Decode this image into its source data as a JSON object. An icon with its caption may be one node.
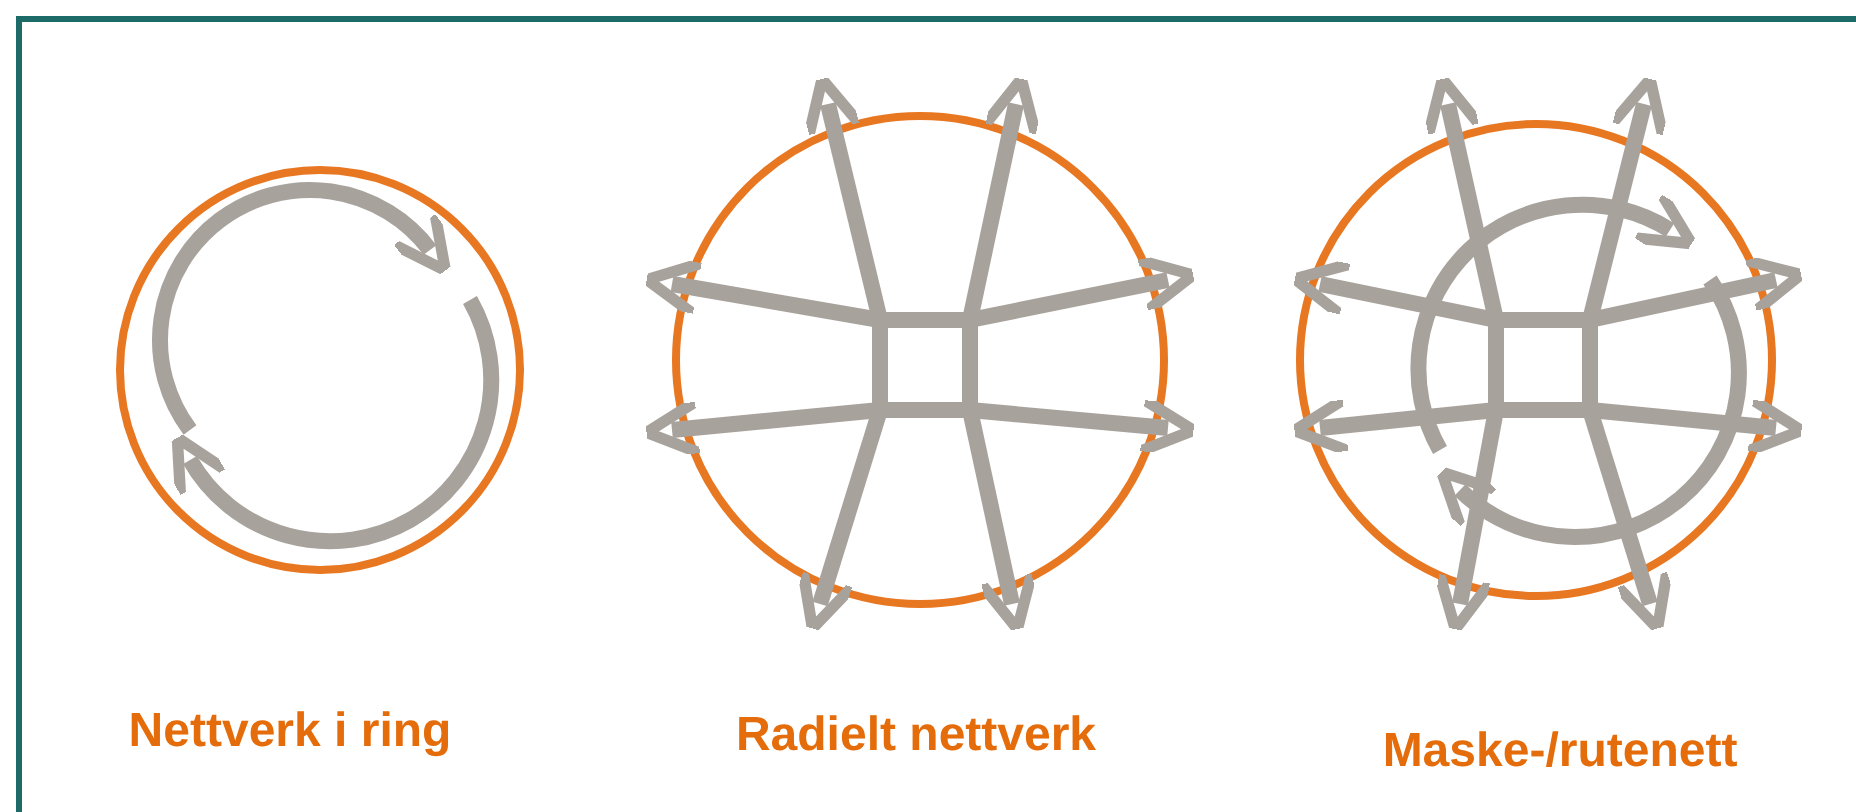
{
  "diagram": {
    "labels": [
      "Nettverk i ring",
      "Radielt nettverk",
      "Maske-/rutenett"
    ]
  }
}
